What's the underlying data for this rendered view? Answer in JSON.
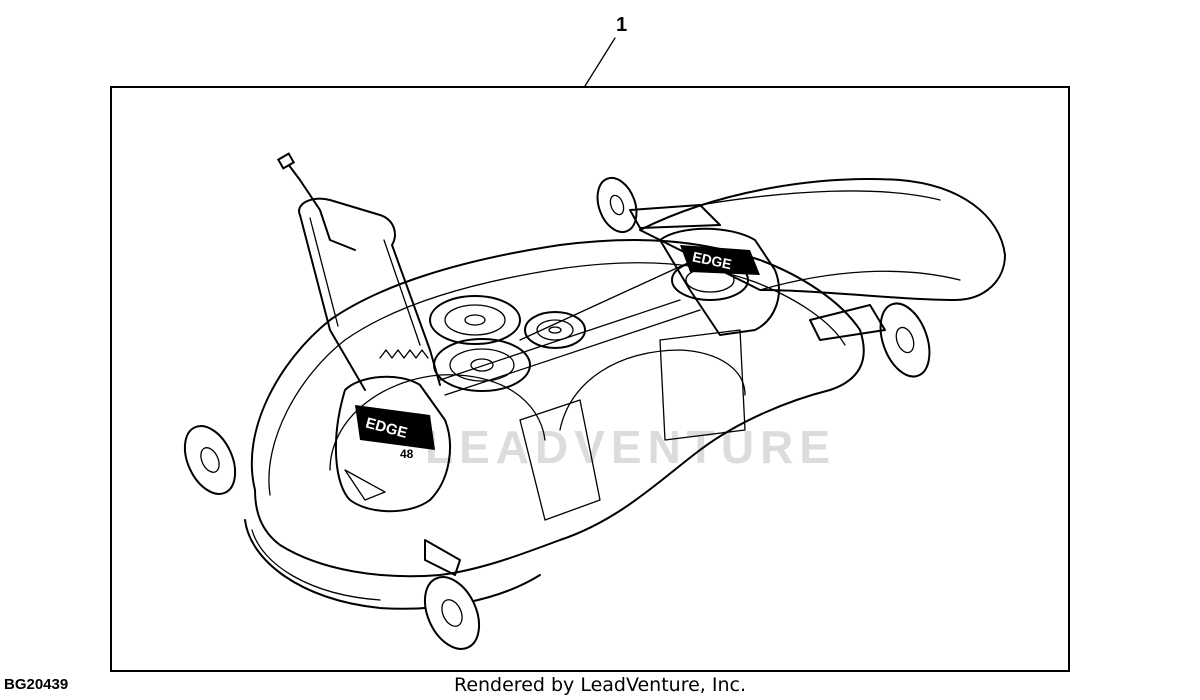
{
  "callout": {
    "number": "1"
  },
  "figure": {
    "id": "BG20439"
  },
  "footer": {
    "credit": "Rendered by LeadVenture, Inc."
  },
  "watermark": {
    "text": "LEADVENTURE"
  },
  "logo": {
    "text": "EDGE",
    "subtext": "48"
  },
  "colors": {
    "line": "#000000",
    "background": "#ffffff",
    "watermark": "#dcdcdc"
  }
}
